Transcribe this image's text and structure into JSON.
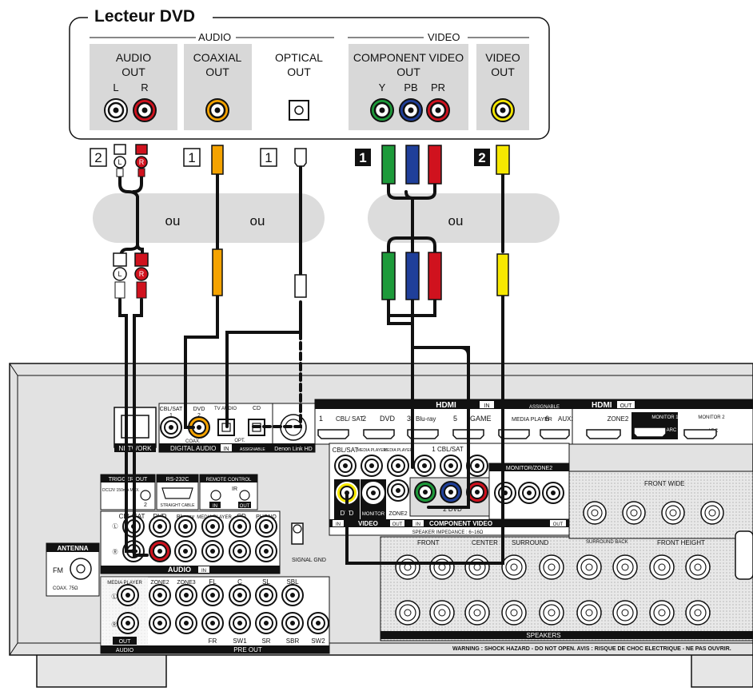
{
  "player": {
    "title": "Lecteur DVD",
    "audio_group": "AUDIO",
    "video_group": "VIDEO",
    "audio_out": "AUDIO",
    "audio_out2": "OUT",
    "audio_l": "L",
    "audio_r": "R",
    "coaxial": "COAXIAL",
    "coaxial2": "OUT",
    "optical": "OPTICAL",
    "optical2": "OUT",
    "component": "COMPONENT VIDEO",
    "component2": "OUT",
    "comp_y": "Y",
    "comp_pb": "PB",
    "comp_pr": "PR",
    "video": "VIDEO",
    "video2": "OUT"
  },
  "cables": {
    "ou1": "ou",
    "ou2": "ou",
    "ou3": "ou",
    "lbl_audio": "2",
    "lbl_coax": "1",
    "lbl_opt": "1",
    "lbl_comp": "1",
    "lbl_video": "2",
    "plug_l": "L",
    "plug_r": "R"
  },
  "receiver": {
    "network": "NETWORK",
    "cblsat": "CBL/SAT",
    "one": "1",
    "dvd": "DVD",
    "two": "2",
    "coax": "COAX.",
    "tv_audio": "TV AUDIO",
    "cd": "CD",
    "opt": "OPT.",
    "digital_audio": "DIGITAL AUDIO",
    "in": "IN",
    "assignable": "ASSIGNABLE",
    "denon_link": "Denon Link HD",
    "hdmi": "HDMI",
    "hdmi_out": "OUT",
    "hdmi_in_labels": [
      "1",
      "CBL/ SAT",
      "2",
      "DVD",
      "3",
      "Blu-ray",
      "5",
      "GAME",
      "MEDIA PLAYER",
      "6",
      "AUX2"
    ],
    "zone2": "ZONE2",
    "monitor1": "MONITOR 1",
    "monitor2": "MONITOR 2",
    "arc": "ARC",
    "trigger_out": "TRIGGER OUT",
    "trigger_spec": "DC12V 150mA MAX.",
    "rs232c": "RS-232C",
    "straight_cable": "STRAIGHT CABLE",
    "remote_control": "REMOTE CONTROL",
    "ir": "IR",
    "video_in_labels": [
      "CBL/SAT",
      "MEDIA PLAYER",
      "MEDIA PLAYER"
    ],
    "video_dvd": "DVD",
    "video_monitor": "MONITOR",
    "video_zone2": "ZONE2",
    "video_label": "VIDEO",
    "out": "OUT",
    "component_label": "COMPONENT VIDEO",
    "comp_1": "1 CBL/SAT",
    "comp_2": "2 DVD",
    "monitor_zone2": "MONITOR/ZONE2",
    "speaker_impedance": "SPEAKER IMPEDANCE : 6~16Ω",
    "audio_in_labels": [
      "CBL/SAT",
      "DVD",
      "Blu-ray",
      "MEDIA PLAYER",
      "CD",
      "PHONO"
    ],
    "audio_label": "AUDIO",
    "signal_gnd": "SIGNAL GND",
    "antenna": "ANTENNA",
    "fm": "FM",
    "coax75": "COAX. 75Ω",
    "pre_out_labels": [
      "MEDIA PLAYER",
      "ZONE2",
      "ZONE3",
      "FL",
      "C",
      "SL",
      "SBL",
      "FR",
      "SW1",
      "SR",
      "SBR",
      "SW2"
    ],
    "pre_out": "PRE OUT",
    "audio_out": "AUDIO",
    "front_wide": "FRONT WIDE",
    "front": "FRONT",
    "center": "CENTER",
    "surround": "SURROUND",
    "surround_back": "SURROUND BACK",
    "front_height": "FRONT HEIGHT",
    "speakers": "SPEAKERS",
    "warning": "WARNING : SHOCK HAZARD - DO NOT OPEN.  AVIS : RISQUE DE CHOC ELECTRIQUE - NE PAS OUVRIR."
  },
  "colors": {
    "red": "#d0121e",
    "white": "#ffffff",
    "orange": "#f5a300",
    "green": "#1d9a3a",
    "blue": "#1f3f9a",
    "yellow": "#f7e800",
    "panel_gray": "#d8d8d8",
    "receiver_gray": "#e2e2e2"
  }
}
